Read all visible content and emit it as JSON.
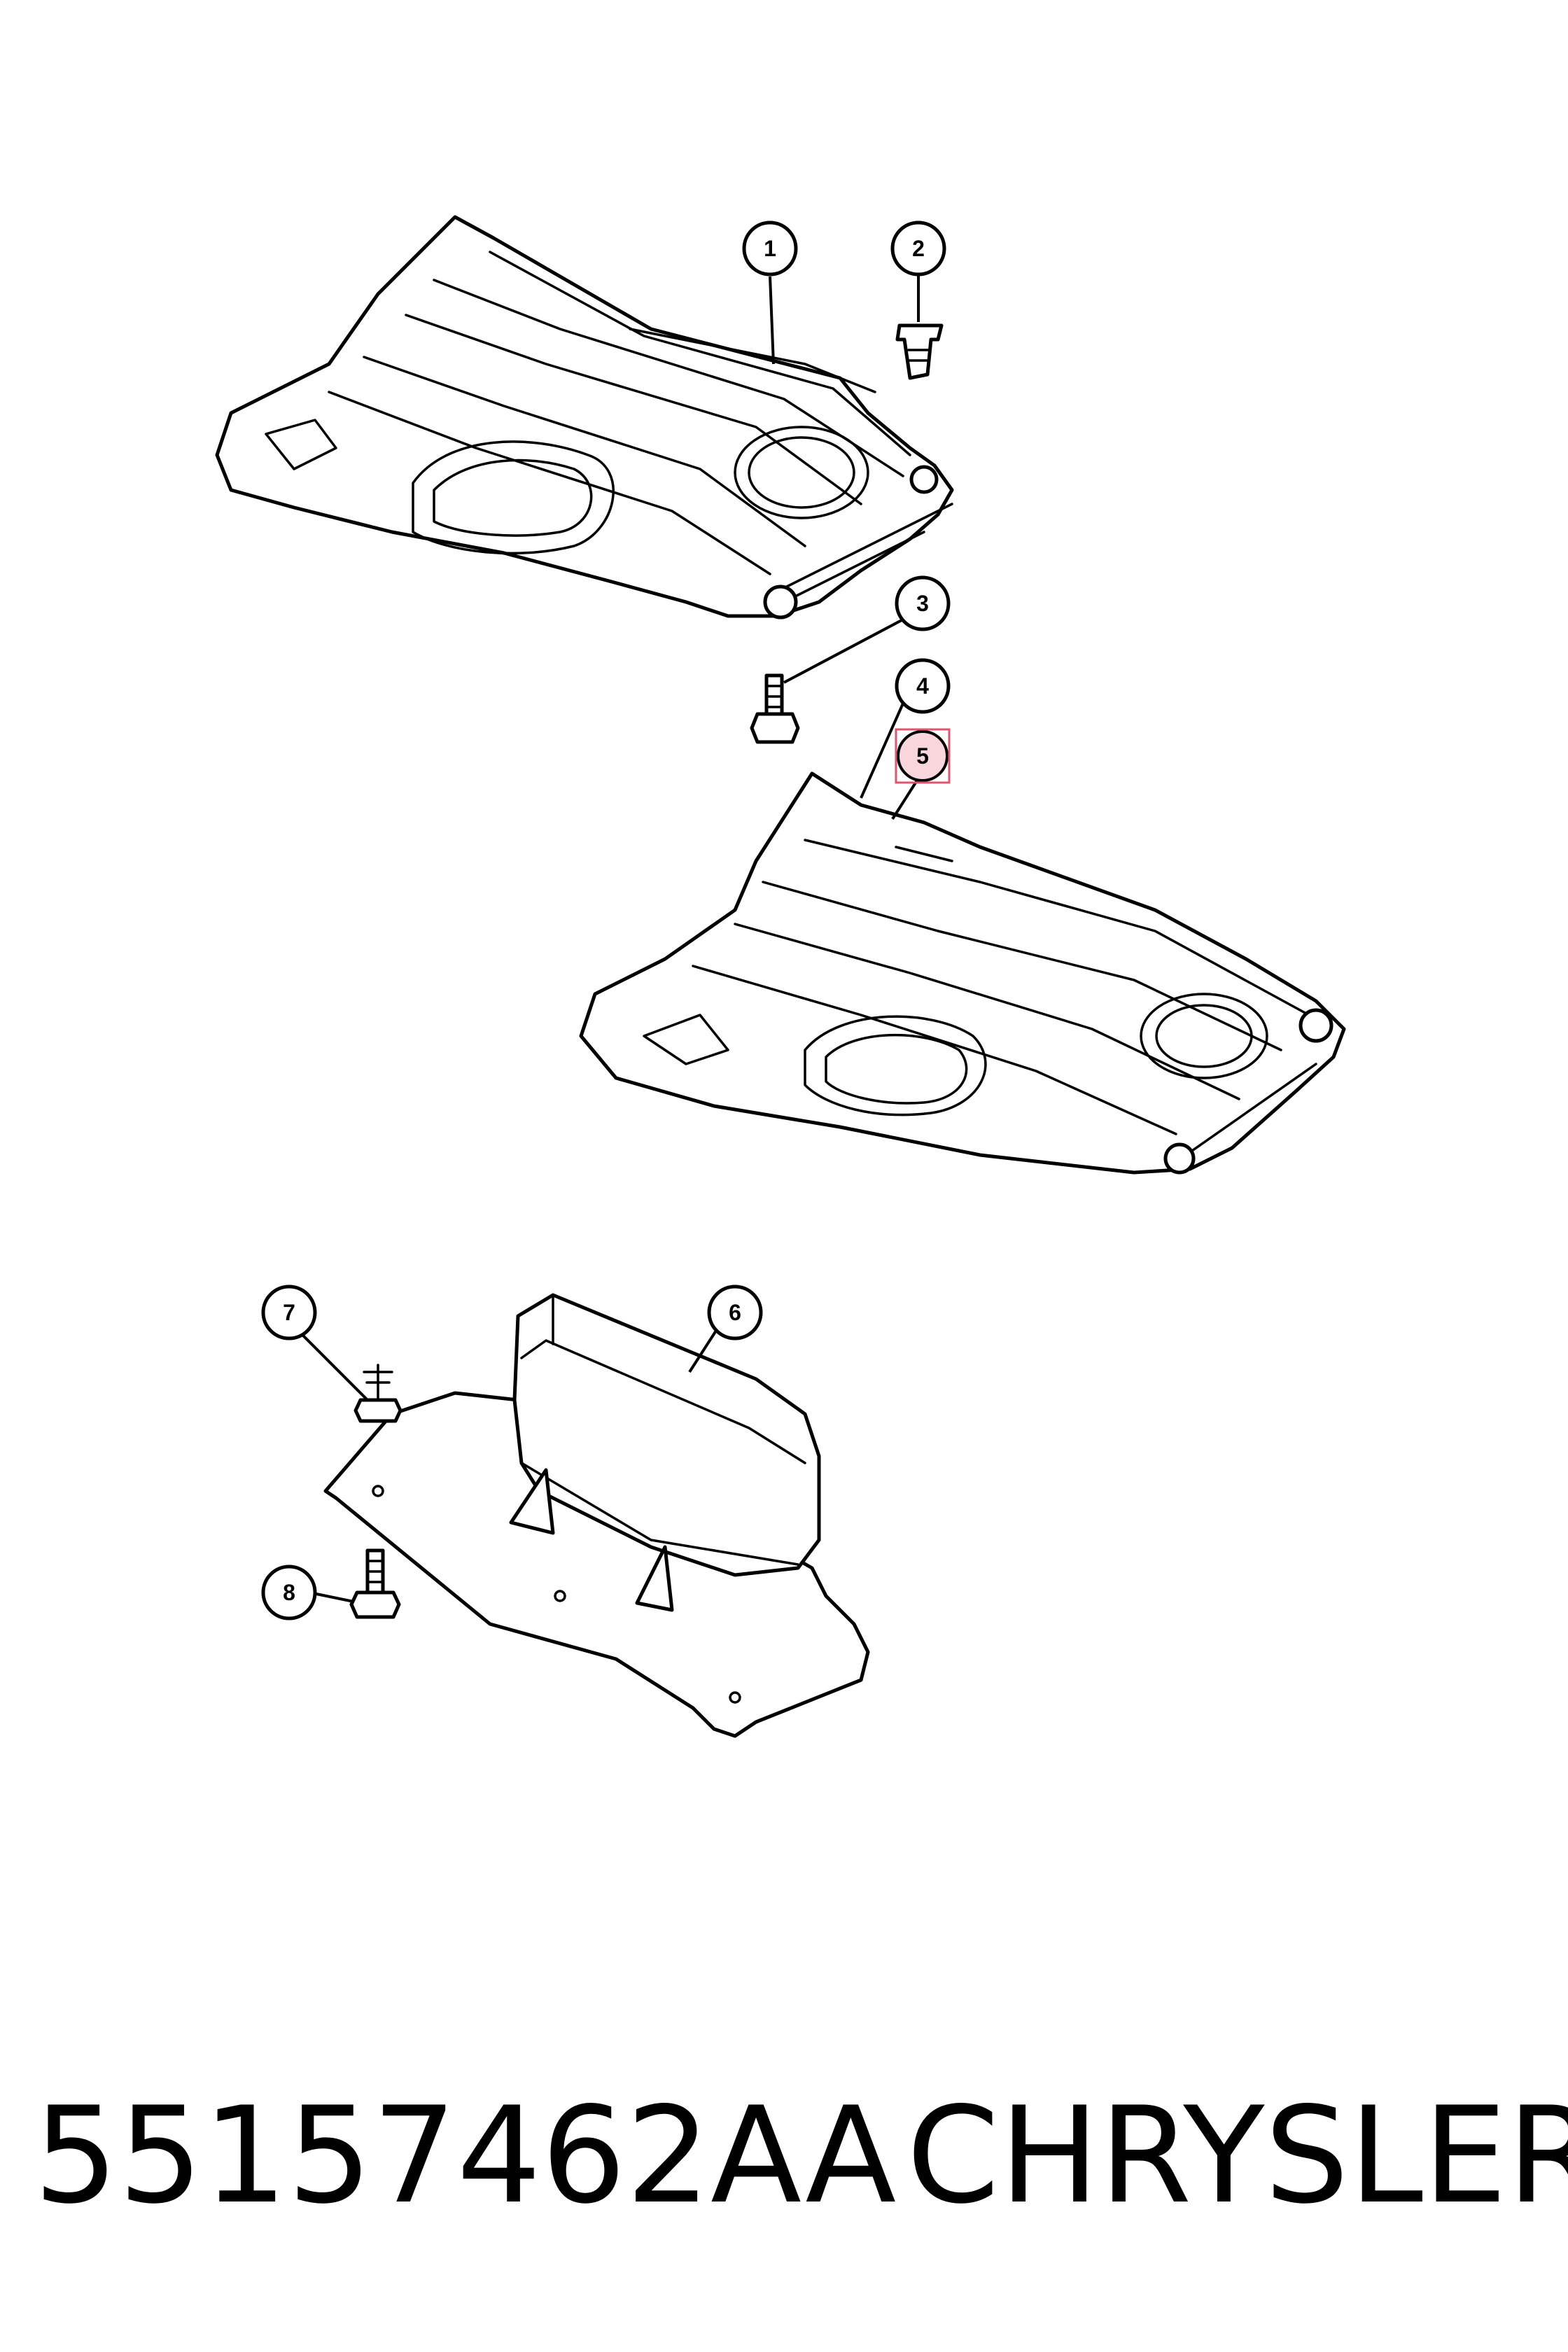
{
  "diagram": {
    "callouts": [
      {
        "id": "callout-1",
        "label": "1"
      },
      {
        "id": "callout-2",
        "label": "2"
      },
      {
        "id": "callout-3",
        "label": "3"
      },
      {
        "id": "callout-4",
        "label": "4"
      },
      {
        "id": "callout-5",
        "label": "5",
        "highlighted": true
      },
      {
        "id": "callout-6",
        "label": "6"
      },
      {
        "id": "callout-7",
        "label": "7"
      },
      {
        "id": "callout-8",
        "label": "8"
      }
    ],
    "highlight_color": "#e0556e"
  },
  "footer": {
    "part_number": "55157462AA",
    "brand": "CHRYSLER"
  }
}
